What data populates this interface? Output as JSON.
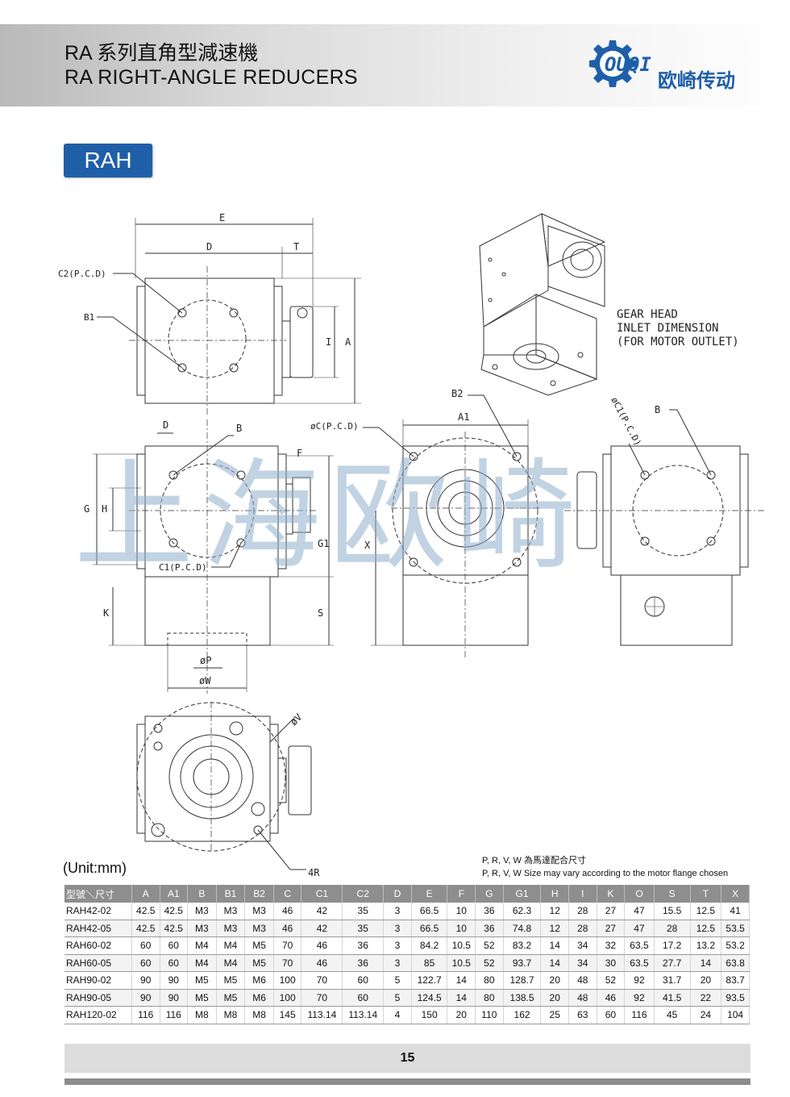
{
  "header": {
    "title_cn": "RA 系列直角型減速機",
    "title_en": "RA RIGHT-ANGLE REDUCERS",
    "logo_text": "OUQI",
    "brand_cn": "欧崎传动"
  },
  "model": "RAH",
  "drawing": {
    "watermark": "上海欧崎",
    "labels": {
      "E": "E",
      "D_top": "D",
      "T": "T",
      "C2": "C2(P.C.D)",
      "B1": "B1",
      "I": "I",
      "A": "A",
      "D_side": "D",
      "B_side": "B",
      "F": "F",
      "G": "G",
      "H": "H",
      "G1": "G1",
      "C1": "C1(P.C.D)",
      "K": "K",
      "S": "S",
      "P": "øP",
      "W": "øW",
      "X": "X",
      "C": "øC(P.C.D)",
      "A1": "A1",
      "B2": "B2",
      "C1_right": "øC1(P.C.D)",
      "B_right": "B",
      "V": "øV",
      "R": "4R"
    },
    "gear_head_note": [
      "GEAR HEAD",
      "INLET DIMENSION",
      "(FOR MOTOR OUTLET)"
    ]
  },
  "unit_label": "(Unit:mm)",
  "notes": {
    "cn": "P, R, V, W 為馬達配合尺寸",
    "en": "P, R, V, W Size may vary according to the motor flange chosen"
  },
  "table": {
    "headers": [
      "型號＼尺寸",
      "A",
      "A1",
      "B",
      "B1",
      "B2",
      "C",
      "C1",
      "C2",
      "D",
      "E",
      "F",
      "G",
      "G1",
      "H",
      "I",
      "K",
      "O",
      "S",
      "T",
      "X"
    ],
    "rows": [
      [
        "RAH42-02",
        "42.5",
        "42.5",
        "M3",
        "M3",
        "M3",
        "46",
        "42",
        "35",
        "3",
        "66.5",
        "10",
        "36",
        "62.3",
        "12",
        "28",
        "27",
        "47",
        "15.5",
        "12.5",
        "41"
      ],
      [
        "RAH42-05",
        "42.5",
        "42.5",
        "M3",
        "M3",
        "M3",
        "46",
        "42",
        "35",
        "3",
        "66.5",
        "10",
        "36",
        "74.8",
        "12",
        "28",
        "27",
        "47",
        "28",
        "12.5",
        "53.5"
      ],
      [
        "RAH60-02",
        "60",
        "60",
        "M4",
        "M4",
        "M5",
        "70",
        "46",
        "36",
        "3",
        "84.2",
        "10.5",
        "52",
        "83.2",
        "14",
        "34",
        "32",
        "63.5",
        "17.2",
        "13.2",
        "53.2"
      ],
      [
        "RAH60-05",
        "60",
        "60",
        "M4",
        "M4",
        "M5",
        "70",
        "46",
        "36",
        "3",
        "85",
        "10.5",
        "52",
        "93.7",
        "14",
        "34",
        "30",
        "63.5",
        "27.7",
        "14",
        "63.8"
      ],
      [
        "RAH90-02",
        "90",
        "90",
        "M5",
        "M5",
        "M6",
        "100",
        "70",
        "60",
        "5",
        "122.7",
        "14",
        "80",
        "128.7",
        "20",
        "48",
        "52",
        "92",
        "31.7",
        "20",
        "83.7"
      ],
      [
        "RAH90-05",
        "90",
        "90",
        "M5",
        "M5",
        "M6",
        "100",
        "70",
        "60",
        "5",
        "124.5",
        "14",
        "80",
        "138.5",
        "20",
        "48",
        "46",
        "92",
        "41.5",
        "22",
        "93.5"
      ],
      [
        "RAH120-02",
        "116",
        "116",
        "M8",
        "M8",
        "M8",
        "145",
        "113.14",
        "113.14",
        "4",
        "150",
        "20",
        "110",
        "162",
        "25",
        "63",
        "60",
        "116",
        "45",
        "24",
        "104"
      ]
    ]
  },
  "footer": {
    "page_number": "15"
  },
  "colors": {
    "badge": "#1f5fa8",
    "logo_blue": "#1f5fa8",
    "table_header": "#8e8e8e"
  }
}
